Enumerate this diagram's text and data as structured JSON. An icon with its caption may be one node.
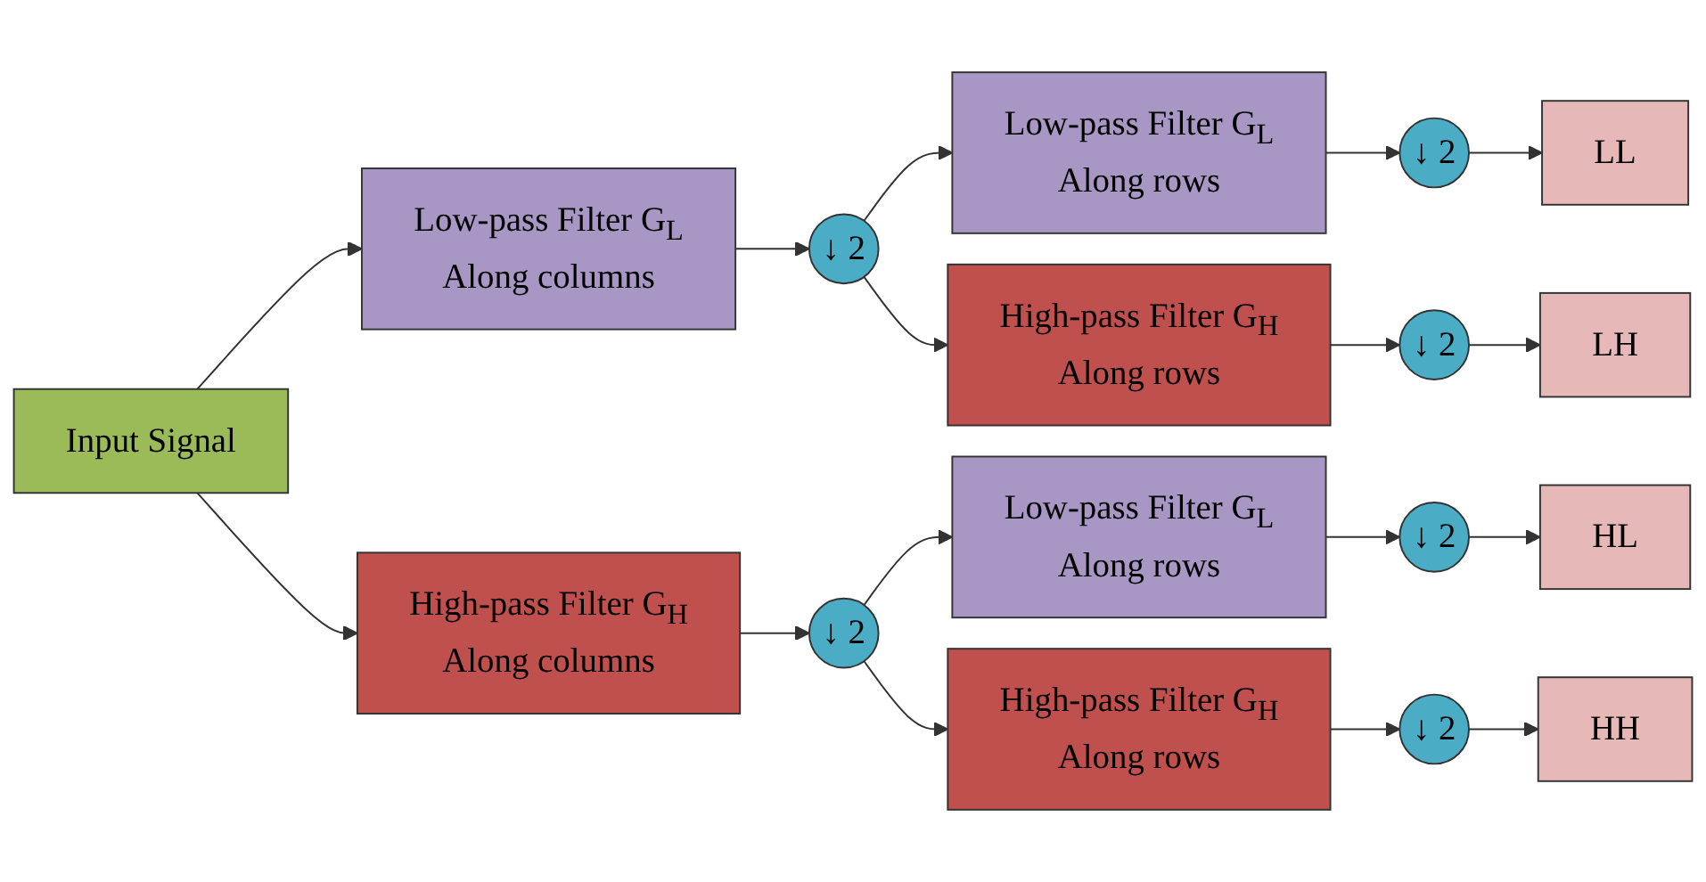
{
  "diagram": {
    "nodes": [
      {
        "text": [
          "Input Signal"
        ]
      },
      {
        "text": [
          "Low-pass Filter G$_{L}$",
          "Along columns"
        ]
      },
      {
        "text": [
          "High-pass Filter G$_{H}$",
          "Along columns"
        ]
      },
      {
        "text": [
          "↓ 2"
        ]
      },
      {
        "text": [
          "↓ 2"
        ]
      },
      {
        "text": [
          "Low-pass Filter G$_{L}$",
          "Along rows"
        ]
      },
      {
        "text": [
          "High-pass Filter G$_{H}$",
          "Along rows"
        ]
      },
      {
        "text": [
          "Low-pass Filter G$_{L}$",
          "Along rows"
        ]
      },
      {
        "text": [
          "High-pass Filter G$_{H}$",
          "Along rows"
        ]
      },
      {
        "text": [
          "↓ 2"
        ]
      },
      {
        "text": [
          "↓ 2"
        ]
      },
      {
        "text": [
          "↓ 2"
        ]
      },
      {
        "text": [
          "↓ 2"
        ]
      },
      {
        "text": [
          "LL"
        ]
      },
      {
        "text": [
          "LH"
        ]
      },
      {
        "text": [
          "HL"
        ]
      },
      {
        "text": [
          "HH"
        ]
      }
    ],
    "edges": [
      {
        "from": 0,
        "to": 1,
        "arrow": "to"
      },
      {
        "from": 0,
        "to": 2,
        "arrow": "to"
      },
      {
        "from": 1,
        "to": 3,
        "arrow": "to"
      },
      {
        "from": 2,
        "to": 4,
        "arrow": "to"
      },
      {
        "from": 3,
        "to": 5,
        "arrow": "to"
      },
      {
        "from": 3,
        "to": 6,
        "arrow": "to"
      },
      {
        "from": 4,
        "to": 7,
        "arrow": "to"
      },
      {
        "from": 4,
        "to": 8,
        "arrow": "to"
      },
      {
        "from": 5,
        "to": 9,
        "arrow": "to"
      },
      {
        "from": 6,
        "to": 10,
        "arrow": "to"
      },
      {
        "from": 7,
        "to": 11,
        "arrow": "to"
      },
      {
        "from": 8,
        "to": 12,
        "arrow": "to"
      },
      {
        "from": 9,
        "to": 13,
        "arrow": "to"
      },
      {
        "from": 10,
        "to": 14,
        "arrow": "to"
      },
      {
        "from": 11,
        "to": 15,
        "arrow": "to"
      },
      {
        "from": 12,
        "to": 16,
        "arrow": "to"
      }
    ]
  }
}
